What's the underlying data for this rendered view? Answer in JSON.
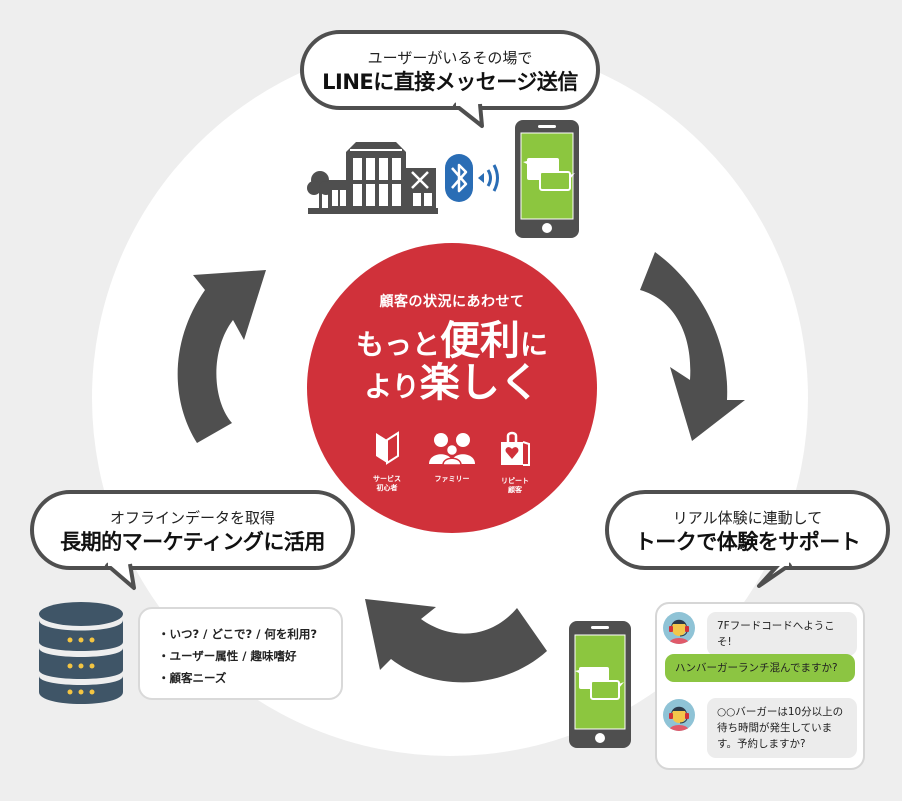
{
  "colors": {
    "background": "#eeeeee",
    "cycle_circle": "#ffffff",
    "center_red": "#d0313a",
    "arrow_gray": "#4f4f4f",
    "line_green": "#8cc63f",
    "bluetooth_blue": "#2a6db5",
    "database_navy": "#3f5567",
    "database_dot": "#f4c542"
  },
  "center": {
    "subtitle": "顧客の状況にあわせて",
    "line1_pre": "もっと",
    "line1_big": "便利",
    "line1_post": "に",
    "line2_pre": "より",
    "line2_big": "楽しく",
    "personas": [
      {
        "icon": "beginner-mark-icon",
        "label_line1": "サービス",
        "label_line2": "初心者"
      },
      {
        "icon": "family-icon",
        "label_line1": "ファミリー",
        "label_line2": ""
      },
      {
        "icon": "shopping-bag-heart-icon",
        "label_line1": "リピート",
        "label_line2": "顧客"
      }
    ]
  },
  "steps": {
    "top": {
      "line1": "ユーザーがいるその場で",
      "line2": "LINEに直接メッセージ送信",
      "icons": [
        "store-building-icon",
        "bluetooth-beacon-icon",
        "smartphone-line-icon"
      ]
    },
    "right": {
      "line1": "リアル体験に連動して",
      "line2": "トークで体験をサポート",
      "chat": [
        {
          "from": "operator",
          "text": "7Fフードコードへようこそ!"
        },
        {
          "from": "user",
          "text": "ハンバーガーランチ混んでますか?"
        },
        {
          "from": "operator",
          "text": "○○バーガーは10分以上の待ち時間が発生しています。予約しますか?"
        }
      ]
    },
    "left": {
      "line1": "オフラインデータを取得",
      "line2": "長期的マーケティングに活用",
      "items": [
        "・いつ? / どこで? / 何を利用?",
        "・ユーザー属性 / 趣味嗜好",
        "・顧客ニーズ"
      ]
    }
  }
}
